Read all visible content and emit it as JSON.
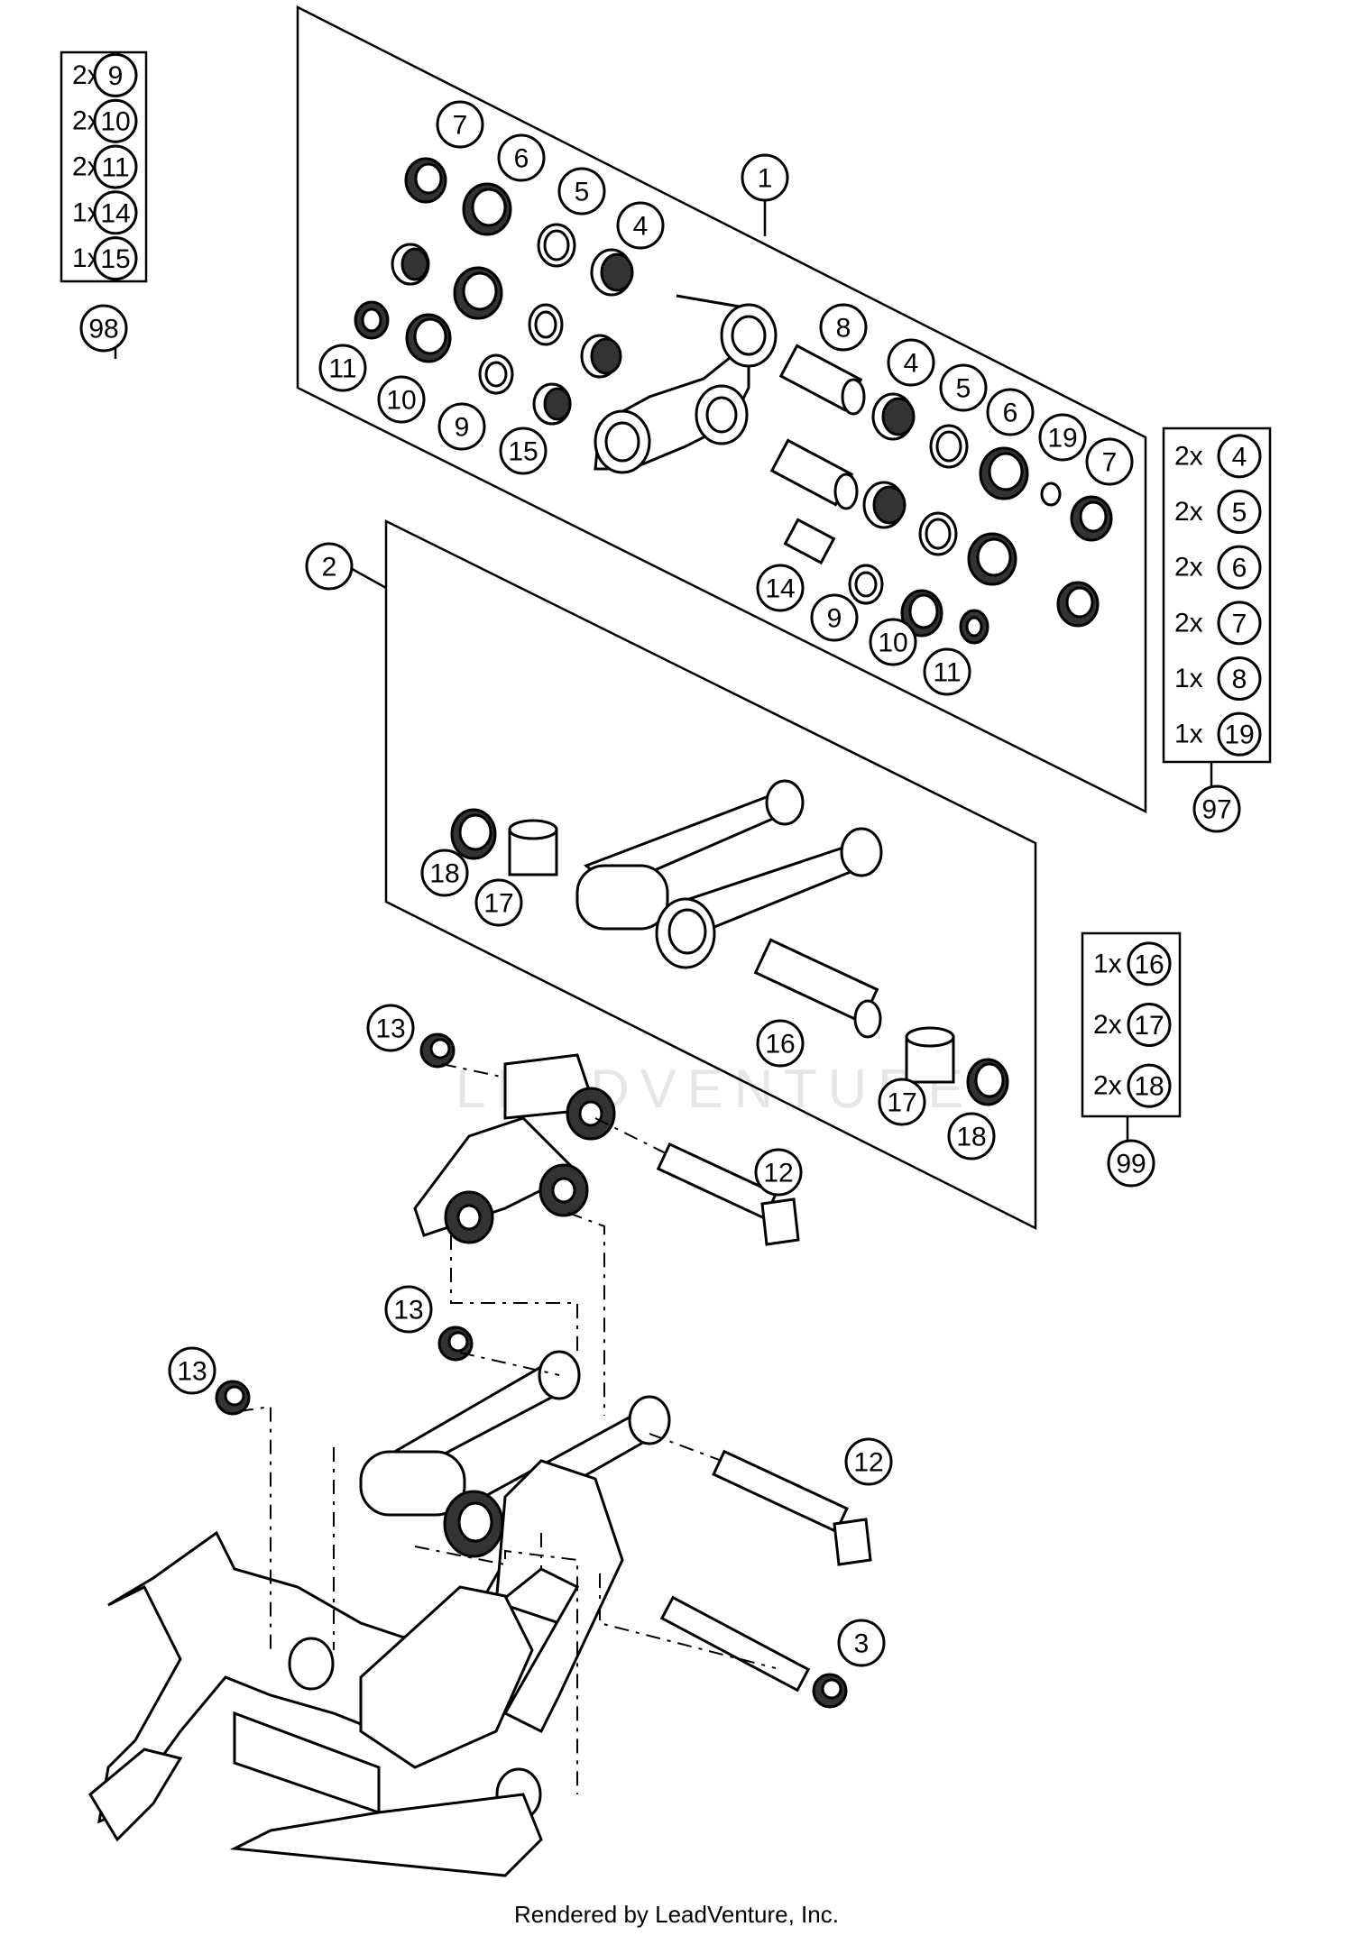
{
  "watermark": "LEADVENTURE",
  "footer": "Rendered by LeadVenture, Inc.",
  "kits": [
    {
      "kit": "98",
      "items": [
        {
          "qty": "2x",
          "ref": "9"
        },
        {
          "qty": "2x",
          "ref": "10"
        },
        {
          "qty": "2x",
          "ref": "11"
        },
        {
          "qty": "1x",
          "ref": "14"
        },
        {
          "qty": "1x",
          "ref": "15"
        }
      ]
    },
    {
      "kit": "97",
      "items": [
        {
          "qty": "2x",
          "ref": "4"
        },
        {
          "qty": "2x",
          "ref": "5"
        },
        {
          "qty": "2x",
          "ref": "6"
        },
        {
          "qty": "2x",
          "ref": "7"
        },
        {
          "qty": "1x",
          "ref": "8"
        },
        {
          "qty": "1x",
          "ref": "19"
        }
      ]
    },
    {
      "kit": "99",
      "items": [
        {
          "qty": "1x",
          "ref": "16"
        },
        {
          "qty": "2x",
          "ref": "17"
        },
        {
          "qty": "2x",
          "ref": "18"
        }
      ]
    }
  ],
  "callouts": [
    "1",
    "2",
    "7",
    "6",
    "5",
    "4",
    "11",
    "10",
    "9",
    "15",
    "8",
    "4",
    "5",
    "6",
    "19",
    "7",
    "14",
    "9",
    "10",
    "11",
    "18",
    "17",
    "16",
    "17",
    "18",
    "13",
    "12",
    "13",
    "13",
    "12",
    "3"
  ]
}
